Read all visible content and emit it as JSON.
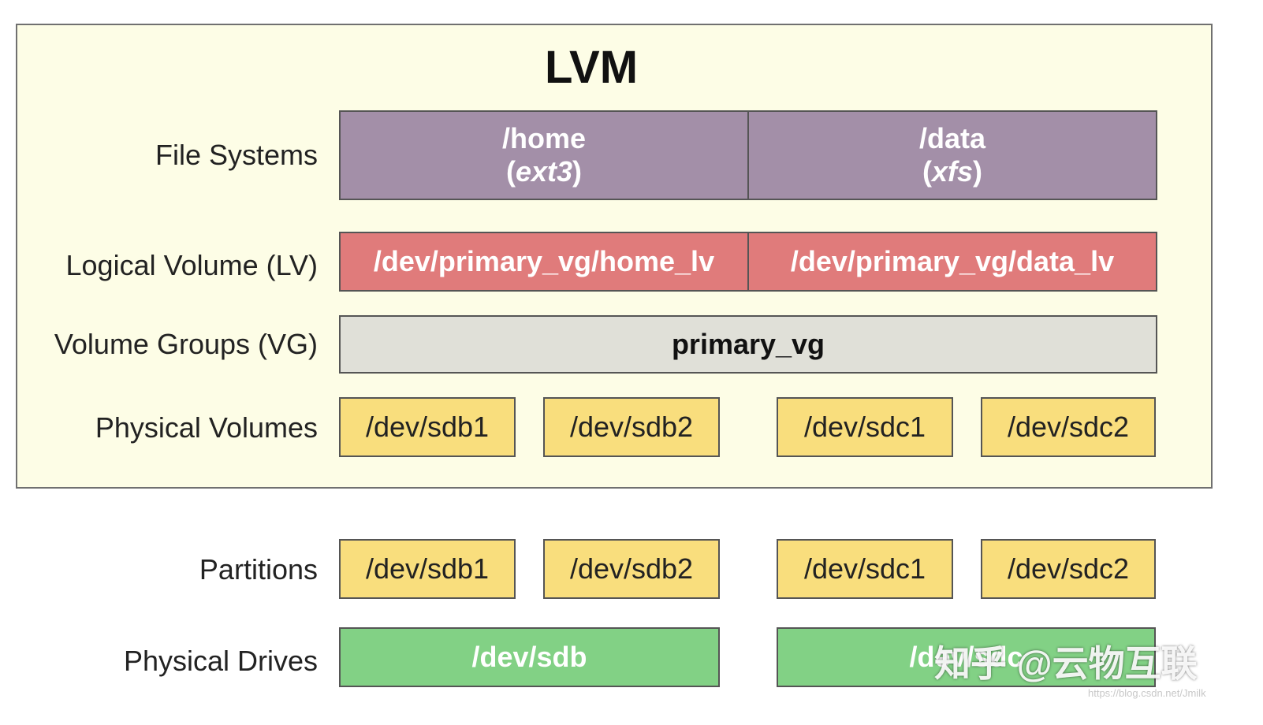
{
  "diagram": {
    "title": "LVM",
    "rows": {
      "file_systems": "File Systems",
      "logical_volume": "Logical Volume (LV)",
      "volume_groups": "Volume Groups (VG)",
      "physical_volumes": "Physical Volumes",
      "partitions": "Partitions",
      "physical_drives": "Physical Drives"
    },
    "file_systems": [
      {
        "mount": "/home",
        "open": "(",
        "type": "ext3",
        "close": ")"
      },
      {
        "mount": "/data",
        "open": "(",
        "type": "xfs",
        "close": ")"
      }
    ],
    "logical_volumes": [
      "/dev/primary_vg/home_lv",
      "/dev/primary_vg/data_lv"
    ],
    "volume_group": "primary_vg",
    "physical_volumes": [
      "/dev/sdb1",
      "/dev/sdb2",
      "/dev/sdc1",
      "/dev/sdc2"
    ],
    "partitions": [
      "/dev/sdb1",
      "/dev/sdb2",
      "/dev/sdc1",
      "/dev/sdc2"
    ],
    "physical_drives": [
      "/dev/sdb",
      "/dev/sdc"
    ]
  },
  "watermark": {
    "text": "知乎 @云物互联",
    "url": "https://blog.csdn.net/Jmilk"
  },
  "colors": {
    "panel_bg": "#fdfde6",
    "file_system": "#a38fa8",
    "logical_volume": "#e07b7b",
    "volume_group": "#e0e0d8",
    "physical_volume": "#f9de7d",
    "physical_drive": "#82d185"
  }
}
